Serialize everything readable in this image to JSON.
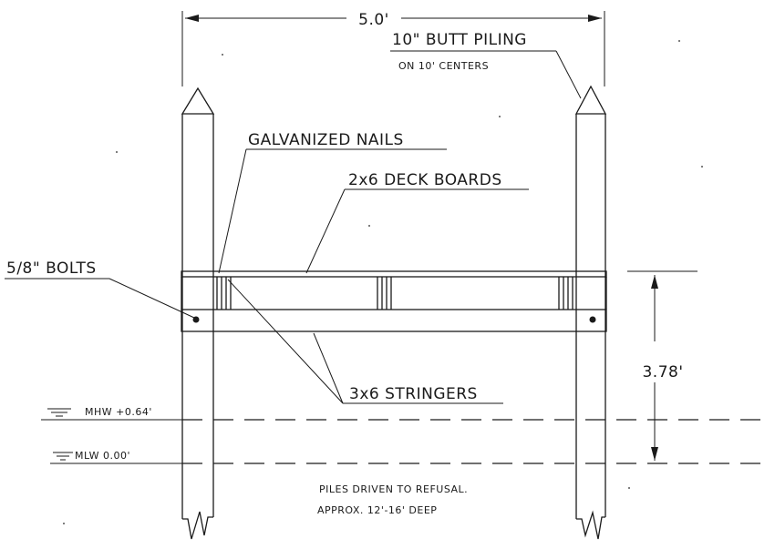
{
  "dimensions": {
    "width_label": "5.0'",
    "height_label": "3.78'"
  },
  "callouts": {
    "piling": "10\" BUTT PILING",
    "piling_sub": "ON 10' CENTERS",
    "nails": "GALVANIZED NAILS",
    "deck": "2x6 DECK BOARDS",
    "bolts": "5/8\" BOLTS",
    "stringers": "3x6 STRINGERS"
  },
  "water_levels": {
    "mhw": "MHW +0.64'",
    "mlw": "MLW 0.00'"
  },
  "note": {
    "line1": "PILES DRIVEN TO REFUSAL.",
    "line2": "APPROX. 12'-16' DEEP"
  }
}
